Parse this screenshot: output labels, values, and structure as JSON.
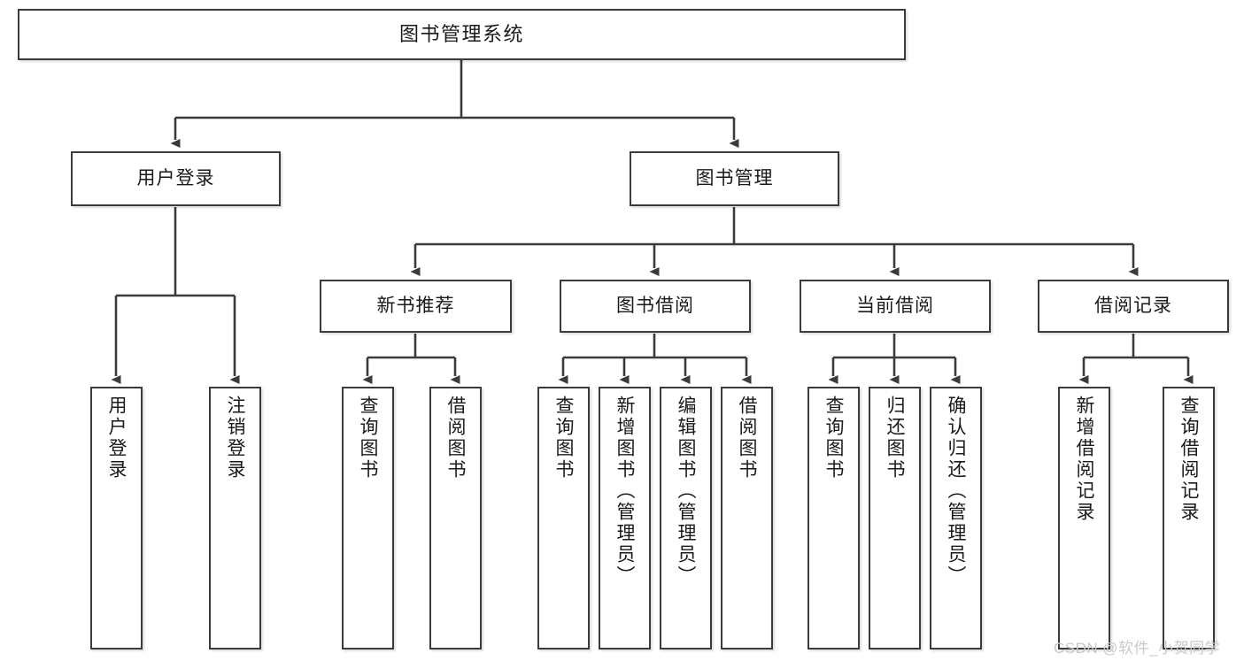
{
  "diagram": {
    "type": "tree-hierarchy-diagram",
    "title": "图书管理系统",
    "style": {
      "box_border": "#3b3b3b",
      "box_fill": "#ffffff",
      "connector": "#3b3b3b",
      "text": "#1a1a1a",
      "background": "#ffffff",
      "watermark_color": "#c9c9c9"
    },
    "root": {
      "label": "图书管理系统"
    },
    "level2": [
      {
        "label": "用户登录"
      },
      {
        "label": "图书管理"
      }
    ],
    "level3": [
      {
        "label": "新书推荐"
      },
      {
        "label": "图书借阅"
      },
      {
        "label": "当前借阅"
      },
      {
        "label": "借阅记录"
      }
    ],
    "leaves": {
      "user_login": [
        {
          "label": "用户登录"
        },
        {
          "label": "注销登录"
        }
      ],
      "new_book_recommend": [
        {
          "label": "查询图书"
        },
        {
          "label": "借阅图书"
        }
      ],
      "book_borrow": [
        {
          "label": "查询图书"
        },
        {
          "label": "新增图书（管理员）"
        },
        {
          "label": "编辑图书（管理员）"
        },
        {
          "label": "借阅图书"
        }
      ],
      "current_borrow": [
        {
          "label": "查询图书"
        },
        {
          "label": "归还图书"
        },
        {
          "label": "确认归还（管理员）"
        }
      ],
      "borrow_record": [
        {
          "label": "新增借阅记录"
        },
        {
          "label": "查询借阅记录"
        }
      ]
    },
    "watermark": "CSDN @软件_小贺同学"
  }
}
